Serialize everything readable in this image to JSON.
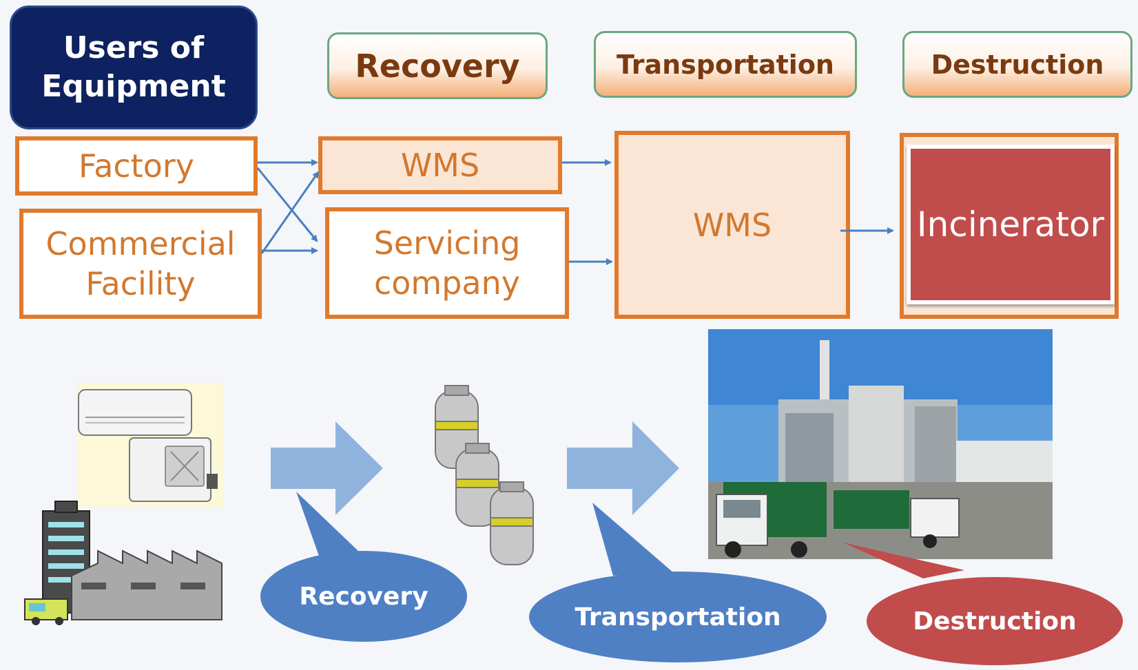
{
  "headers": {
    "users": "Users of Equipment",
    "recovery": "Recovery",
    "transportation": "Transportation",
    "destruction": "Destruction"
  },
  "boxes": {
    "factory": "Factory",
    "commercial": "Commercial Facility",
    "wms_recovery": "WMS",
    "servicing": "Servicing company",
    "wms_transport": "WMS",
    "incinerator": "Incinerator"
  },
  "bubbles": {
    "recovery": "Recovery",
    "transportation": "Transportation",
    "destruction": "Destruction"
  },
  "colors": {
    "navy": "#0e2160",
    "orange": "#e07a2c",
    "peach": "#fbe6d6",
    "red": "#c14c4c",
    "blue_bubble": "#4f80c4",
    "arrow_blue": "#4a7fc1"
  }
}
